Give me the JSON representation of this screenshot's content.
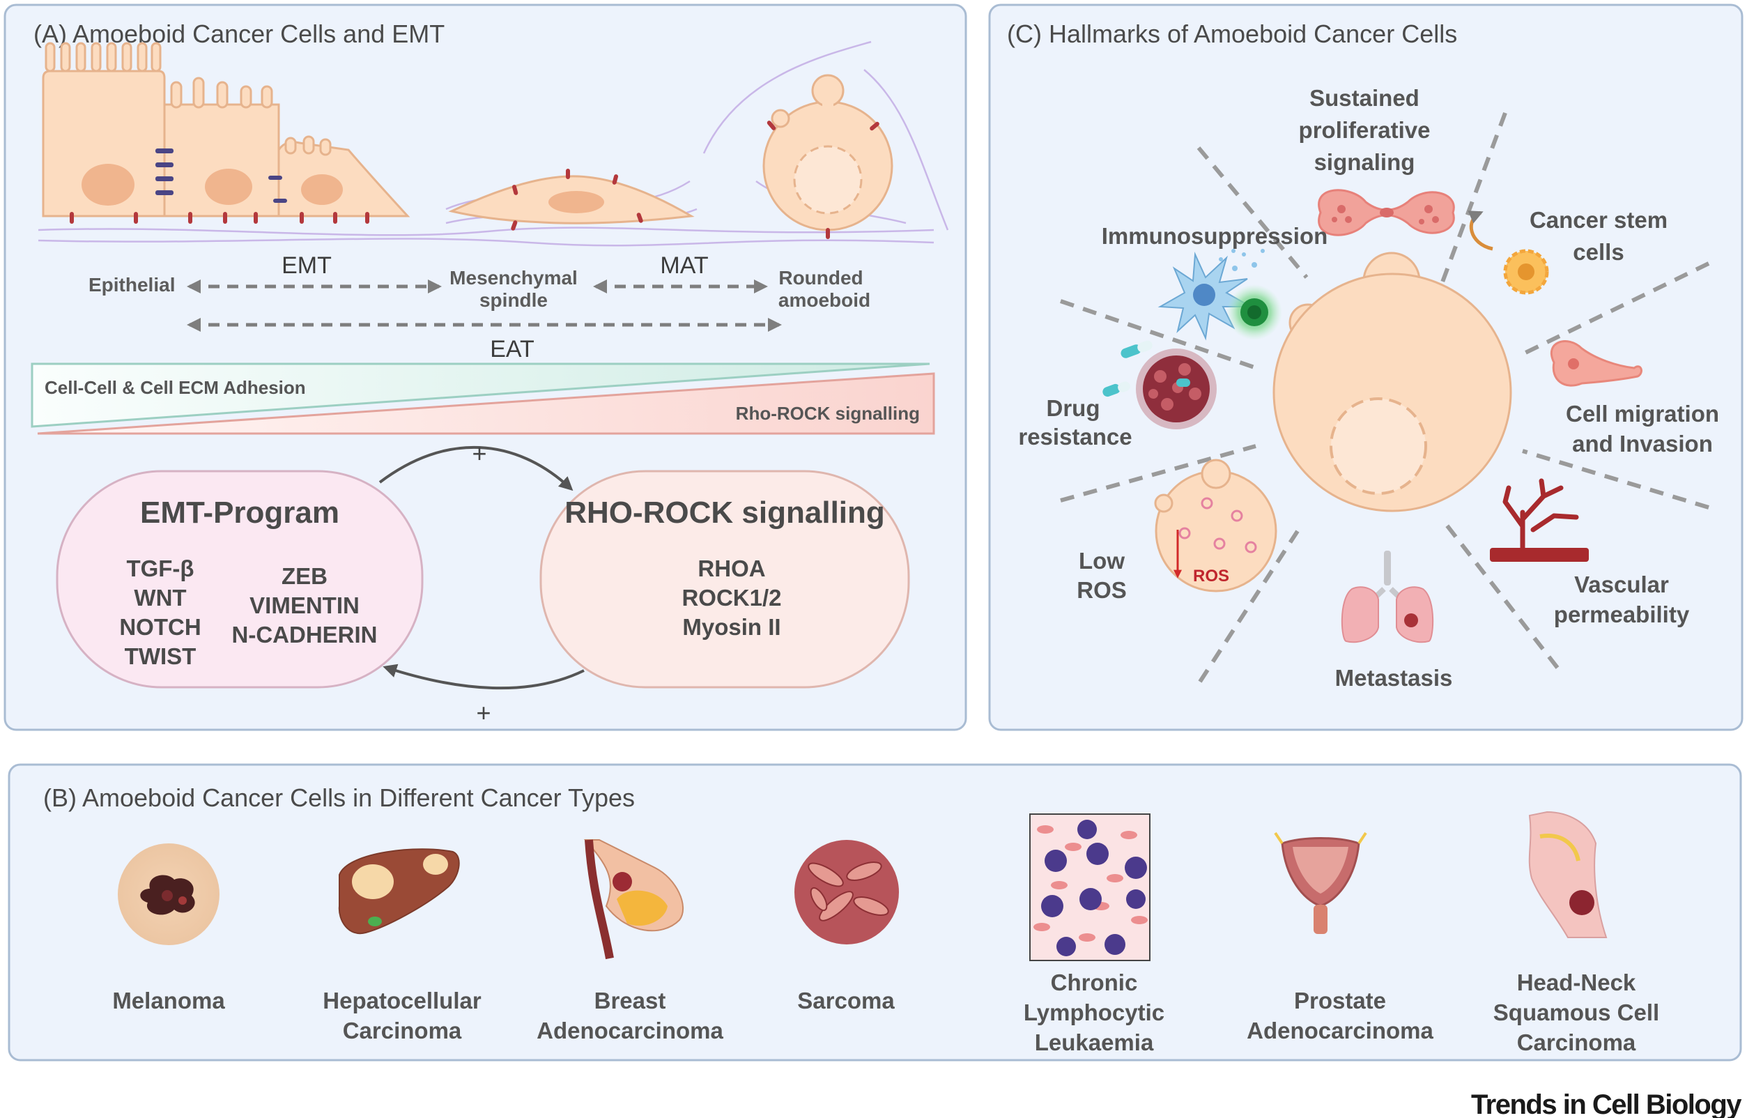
{
  "panel_a": {
    "title": "(A) Amoeboid Cancer Cells and EMT",
    "cell_labels": {
      "epithelial": "Epithelial",
      "mesenchymal_1": "Mesenchymal",
      "mesenchymal_2": "spindle",
      "rounded_1": "Rounded",
      "rounded_2": "amoeboid"
    },
    "transitions": {
      "emt": "EMT",
      "mat": "MAT",
      "eat": "EAT"
    },
    "gradient": {
      "adhesion": "Cell-Cell & Cell ECM Adhesion",
      "signalling": "Rho-ROCK signalling"
    },
    "emt_box": {
      "title": "EMT-Program",
      "col1": [
        "TGF-β",
        "WNT",
        "NOTCH",
        "TWIST"
      ],
      "col2": [
        "ZEB",
        "VIMENTIN",
        "N-CADHERIN"
      ]
    },
    "rho_box": {
      "title": "RHO-ROCK signalling",
      "items": [
        "RHOA",
        "ROCK1/2",
        "Myosin II"
      ]
    },
    "plus_top": "+",
    "plus_bottom": "+"
  },
  "panel_b": {
    "title": "(B) Amoeboid Cancer Cells in Different Cancer Types",
    "types": [
      {
        "lines": [
          "Melanoma"
        ]
      },
      {
        "lines": [
          "Hepatocellular",
          "Carcinoma"
        ]
      },
      {
        "lines": [
          "Breast",
          "Adenocarcinoma"
        ]
      },
      {
        "lines": [
          "Sarcoma"
        ]
      },
      {
        "lines": [
          "Chronic",
          "Lymphocytic",
          "Leukaemia"
        ]
      },
      {
        "lines": [
          "Prostate",
          "Adenocarcinoma"
        ]
      },
      {
        "lines": [
          "Head-Neck",
          "Squamous Cell",
          "Carcinoma"
        ]
      }
    ]
  },
  "panel_c": {
    "title": "(C) Hallmarks of Amoeboid Cancer Cells",
    "hallmarks": {
      "proliferative": [
        "Sustained",
        "proliferative",
        "signaling"
      ],
      "stem": [
        "Cancer stem",
        "cells"
      ],
      "immuno": [
        "Immunosuppression"
      ],
      "drug": [
        "Drug",
        "resistance"
      ],
      "migration": [
        "Cell migration",
        "and Invasion"
      ],
      "low_ros": [
        "Low",
        "ROS"
      ],
      "vascular": [
        "Vascular",
        "permeability"
      ],
      "metastasis": [
        "Metastasis"
      ]
    },
    "ros_label": "ROS"
  },
  "footer": {
    "journal": "Trends in Cell Biology"
  },
  "colors": {
    "panel_bg": "#edf3fc",
    "panel_border": "#a9bcd3",
    "cell": "#fcdcc0",
    "adhesion": "#d9efe8",
    "signal": "#fbe1de",
    "emt_box": "#fbe8f2",
    "rho_box": "#fcebe8"
  }
}
